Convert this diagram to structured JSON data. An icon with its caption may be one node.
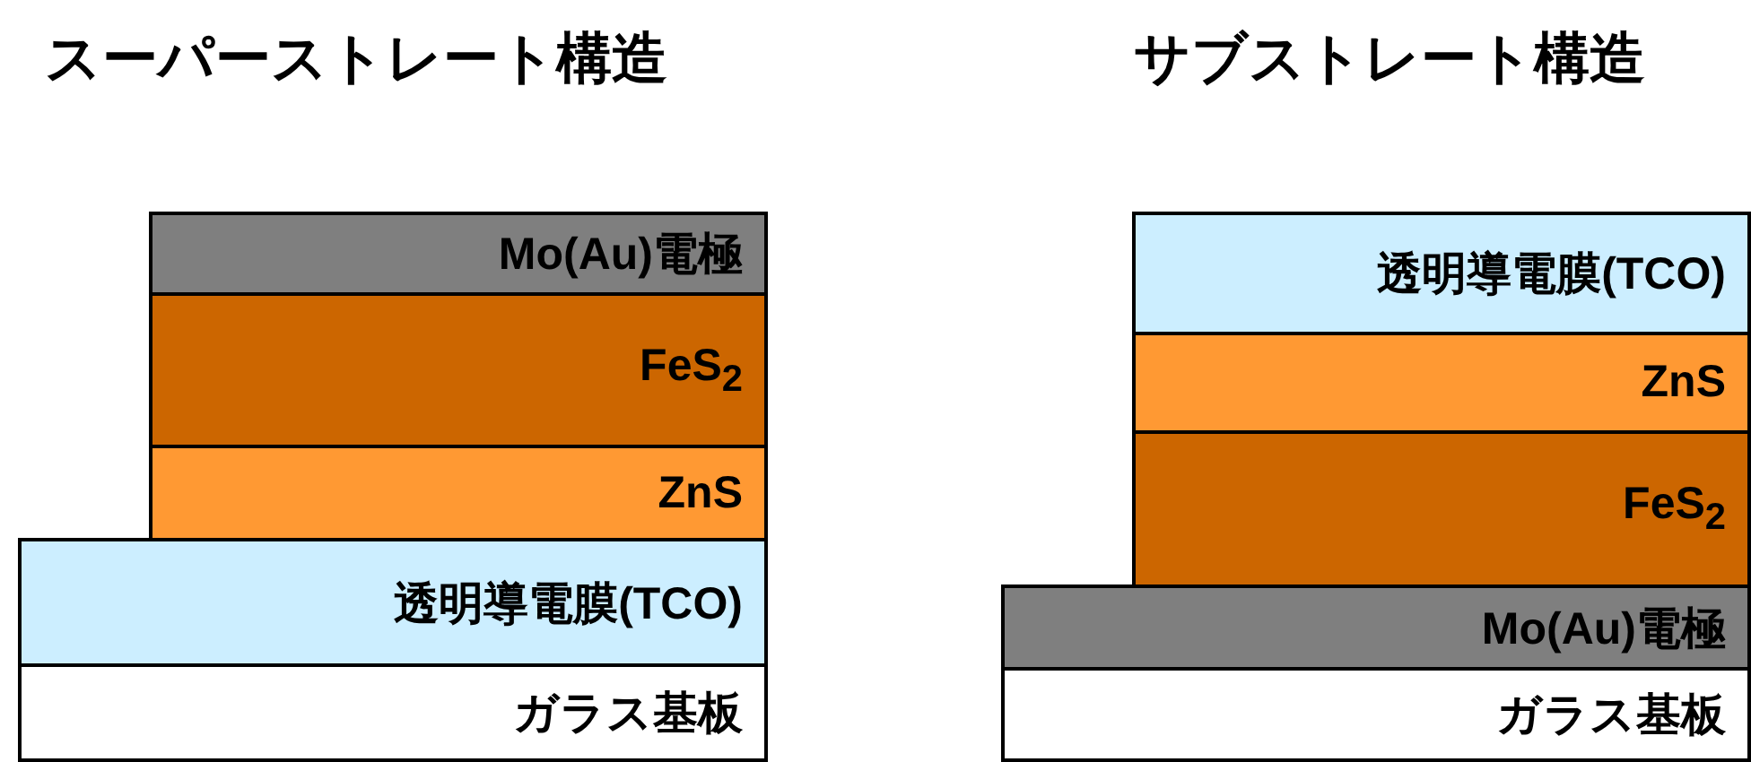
{
  "diagram": {
    "nodes": [
      {
        "text": [
          "Mo(Au)電極"
        ]
      },
      {
        "text": [
          "FeS$_{2}$"
        ]
      },
      {
        "text": [
          "ZnS"
        ]
      },
      {
        "text": [
          "透明導電膜(TCO)"
        ]
      },
      {
        "text": [
          "ガラス基板"
        ]
      },
      {
        "text": [
          "透明導電膜(TCO)"
        ]
      },
      {
        "text": [
          "ZnS"
        ]
      },
      {
        "text": [
          "FeS$_{2}$"
        ]
      },
      {
        "text": [
          "Mo(Au)電極"
        ]
      },
      {
        "text": [
          "ガラス基板"
        ]
      }
    ],
    "labels": [
      "スーパーストレート構造",
      "サブストレート構造"
    ]
  }
}
